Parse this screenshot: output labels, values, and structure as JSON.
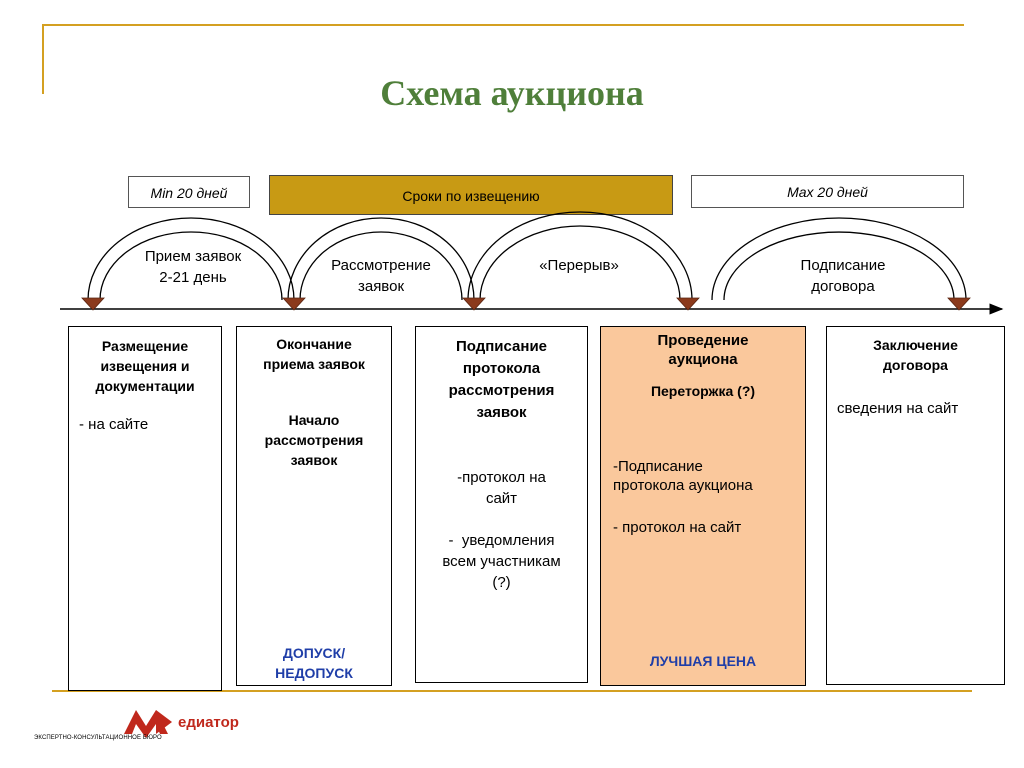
{
  "title": "Схема аукциона",
  "timeline": {
    "min_label": "Min 20 дней",
    "deadline_label": "Сроки по извещению",
    "max_label": "Max 20 дней"
  },
  "arcs": [
    {
      "line1": "Прием заявок",
      "line2": "2-21 день"
    },
    {
      "line1": "Рассмотрение",
      "line2": "заявок"
    },
    {
      "line1": "«Перерыв»",
      "line2": ""
    },
    {
      "line1": "Подписание",
      "line2": "договора"
    }
  ],
  "stages": [
    {
      "heading": [
        "Размещение",
        "извещения и",
        "документации"
      ],
      "text": [
        "- на сайте"
      ]
    },
    {
      "heading": [
        "Окончание",
        "приема заявок"
      ],
      "heading2": [
        "Начало",
        "рассмотрения",
        "заявок"
      ],
      "footer": [
        "ДОПУСК/",
        "НЕДОПУСК"
      ]
    },
    {
      "heading": [
        "Подписание",
        "протокола",
        "рассмотрения",
        "заявок"
      ],
      "text": [
        "-протокол на",
        "сайт"
      ],
      "text2": [
        "-  уведомления",
        "всем участникам",
        "(?)"
      ]
    },
    {
      "heading": [
        "Проведение",
        "аукциона"
      ],
      "heading2": [
        "Переторжка (?)"
      ],
      "text": [
        "-Подписание",
        "протокола аукциона"
      ],
      "text2": [
        "- протокол на сайт"
      ],
      "footer": [
        "ЛУЧШАЯ ЦЕНА"
      ]
    },
    {
      "heading": [
        "Заключение",
        "договора"
      ],
      "text": [
        "сведения на сайт"
      ]
    }
  ],
  "logo": {
    "name": "едиатор",
    "subtitle": "ЭКСПЕРТНО-КОНСУЛЬТАЦИОННОЕ БЮРО"
  },
  "colors": {
    "title": "#4f7f3a",
    "accent_line": "#d4a021",
    "deadline_bar": "#c89a14",
    "highlight_stage": "#fac89c",
    "marker": "#8b3a1c",
    "footer_text": "#1f3ea8",
    "logo_red": "#c0281c"
  }
}
